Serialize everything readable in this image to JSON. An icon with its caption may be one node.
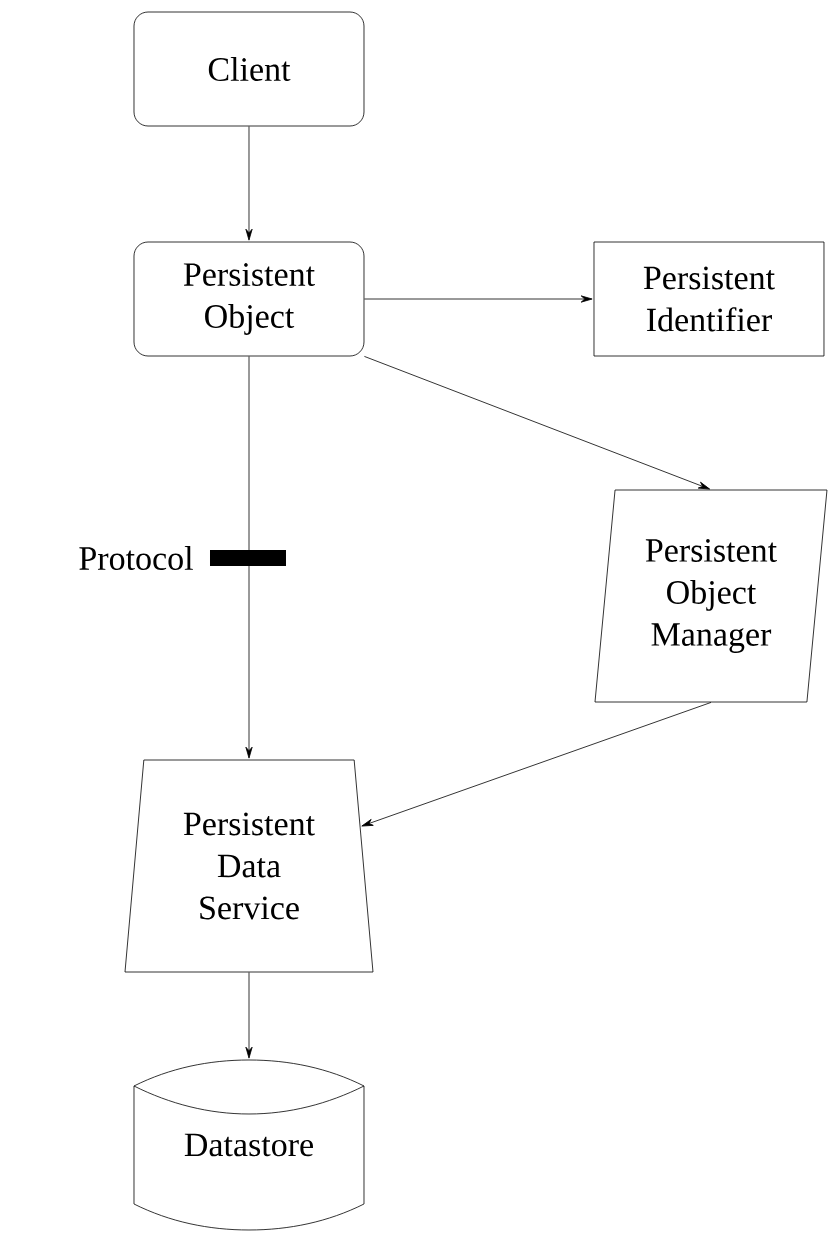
{
  "diagram": {
    "nodes": [
      {
        "text": [
          "Client"
        ]
      },
      {
        "text": [
          "Persistent Object"
        ]
      },
      {
        "text": [
          "Persistent Identifier"
        ]
      },
      {
        "text": [
          "Persistent Object Manager"
        ]
      },
      {
        "text": [
          "Persistent Data Service"
        ]
      },
      {
        "text": [
          "Datastore"
        ]
      }
    ],
    "edges": [
      {
        "from": 0,
        "to": 1,
        "arrow": "to"
      },
      {
        "from": 1,
        "to": 2,
        "arrow": "to"
      },
      {
        "from": 1,
        "to": 3,
        "arrow": "to"
      },
      {
        "from": 1,
        "to": 4,
        "arrow": "to"
      },
      {
        "from": 3,
        "to": 4,
        "arrow": "to"
      },
      {
        "from": 4,
        "to": 5,
        "arrow": "to"
      }
    ],
    "labels": [
      "Protocol"
    ]
  }
}
